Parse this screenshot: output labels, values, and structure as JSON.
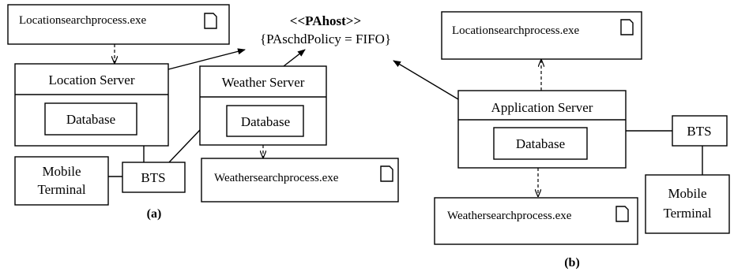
{
  "stereotype": {
    "name": "<<PAhost>>",
    "policy": "{PAschdPolicy = FIFO}"
  },
  "diagram_a": {
    "caption": "(a)",
    "location_exe": "Locationsearchprocess.exe",
    "location_server": {
      "title": "Location Server",
      "db": "Database"
    },
    "weather_server": {
      "title": "Weather Server",
      "db": "Database"
    },
    "mobile_terminal": [
      "Mobile",
      "Terminal"
    ],
    "bts": "BTS",
    "weather_exe": "Weathersearchprocess.exe"
  },
  "diagram_b": {
    "caption": "(b)",
    "location_exe": "Locationsearchprocess.exe",
    "app_server": {
      "title": "Application Server",
      "db": "Database"
    },
    "bts": "BTS",
    "mobile_terminal": [
      "Mobile",
      "Terminal"
    ],
    "weather_exe": "Weathersearchprocess.exe"
  }
}
